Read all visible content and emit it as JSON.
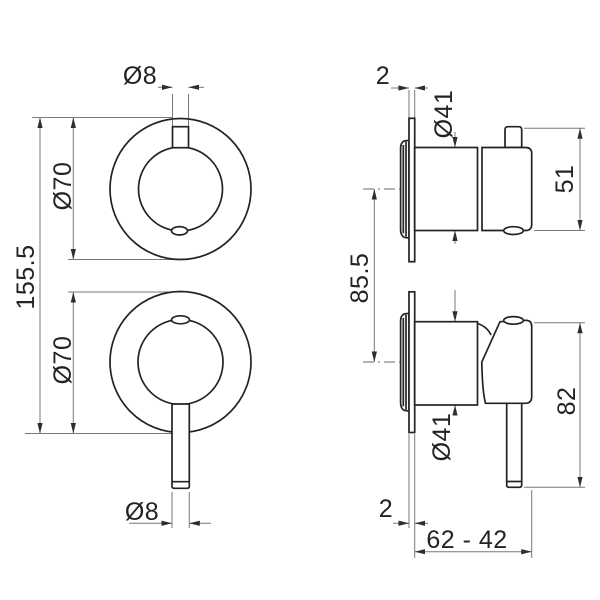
{
  "views": {
    "front": {
      "dim_stem_top": "Ø8",
      "dim_flange_upper": "Ø70",
      "dim_total_height": "155.5",
      "dim_flange_lower": "Ø70",
      "dim_lever_bottom": "Ø8"
    },
    "side": {
      "dim_plate_upper": "2",
      "dim_body_upper": "Ø41",
      "dim_knob_height": "51",
      "dim_center_distance": "85.5",
      "dim_body_lower": "Ø41",
      "dim_lever_height": "82",
      "dim_plate_lower": "2",
      "dim_depth_range": "62 - 42"
    }
  },
  "colors": {
    "ink": "#232323",
    "dimension_lines": "#787878",
    "background": "#ffffff"
  }
}
